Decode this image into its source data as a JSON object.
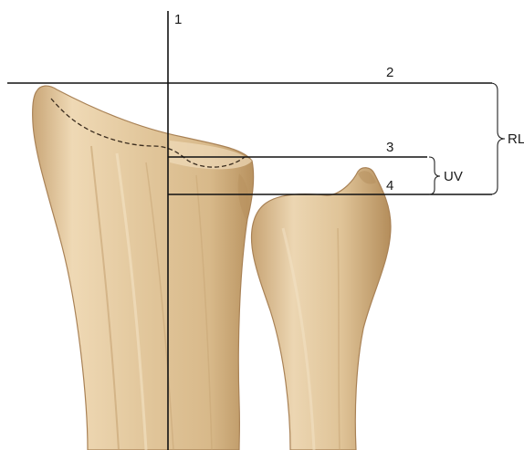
{
  "labels": {
    "line1": "1",
    "line2": "2",
    "line3": "3",
    "line4": "4",
    "uv": "UV",
    "rl": "RL"
  },
  "colors": {
    "bone_fill": "#e2c79c",
    "bone_shadow": "#c9a677",
    "bone_highlight": "#f0dcbb",
    "bone_outline": "#8a6a45",
    "line": "#111111"
  }
}
